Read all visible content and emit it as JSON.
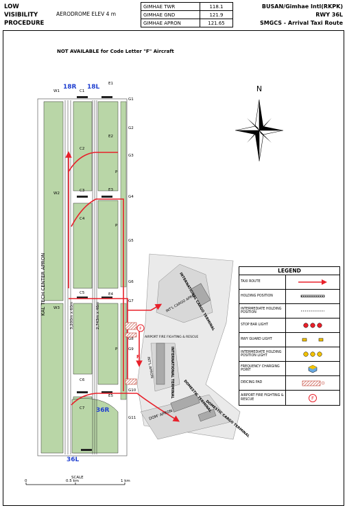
{
  "header": {
    "left_lines": [
      "LOW",
      "VISIBILITY",
      "PROCEDURE"
    ],
    "elevation": "AERODROME ELEV 4 m",
    "frequencies": [
      {
        "name": "GIMHAE TWR",
        "value": "118.1"
      },
      {
        "name": "GIMHAE GND",
        "value": "121.9"
      },
      {
        "name": "GIMHAE APRON",
        "value": "121.65"
      }
    ],
    "airport": "BUSAN/Gimhae Intl(RKPK)",
    "runway": "RWY 36L",
    "procedure": "SMGCS - Arrival Taxi Route"
  },
  "map": {
    "notice": "NOT AVAILABLE for Code Letter \"F\" Aircraft",
    "runway_labels": {
      "r18r": "18R",
      "r18l": "18L",
      "r36r": "36R",
      "r36l": "36L"
    },
    "taxiways_c": [
      "C1",
      "C2",
      "C3",
      "C4",
      "C5",
      "C6",
      "C7"
    ],
    "taxiways_e": [
      "E1",
      "E2",
      "E3",
      "E4",
      "E5"
    ],
    "taxiways_g": [
      "G1",
      "G2",
      "G3",
      "G4",
      "G5",
      "G6",
      "G7",
      "G8",
      "G9",
      "G10",
      "G11"
    ],
    "taxiways_w": [
      "W1",
      "W2",
      "W3"
    ],
    "runway_lengths": [
      "3,200m x 60m",
      "2,743m x 46m"
    ],
    "apron_kal": "KAL TECH CENTER APRON",
    "apron_intl": "INT'L APRON",
    "apron_cargo_intl": "INT'L CARGO APRON",
    "apron_dom": "DOM' APRON",
    "bldg_intl_cargo": "INTERNATIONAL CARGO TERMINAL",
    "bldg_intl": "INTERNATIONAL TERMINAL",
    "bldg_dom": "DOMESTIC TERMINAL",
    "bldg_dom_cargo": "DOMESTIC CARGO TERMINAL",
    "fire_station": "AIRPORT FIRE FIGHTING & RESCUE",
    "compass_n": "N",
    "hold_letter": "P",
    "route_marker": "R"
  },
  "legend": {
    "title": "LEGEND",
    "items": [
      "TAXI ROUTE",
      "HOLDING POSITION",
      "INTERMEDIATE HOLDING POSITION",
      "STOP BAR LIGHT",
      "RWY GUARD LIGHT",
      "INTERMEDIATE HOLDING POSITION LIGHT",
      "FREQUENCY CHARGING POINT",
      "DEICING PAD",
      "AIRPORT FIRE FIGHTING & RESCUE"
    ],
    "fire_symbol": "F"
  },
  "scale": {
    "title": "SCALE",
    "ticks": [
      "0",
      "0.5 km",
      "1 km"
    ]
  },
  "colors": {
    "grass": "#b9d6a7",
    "pavement": "#ffffff",
    "route": "#e8202a",
    "runway_label": "#1f3fd0",
    "apron_bg": "#e4e4e4"
  }
}
